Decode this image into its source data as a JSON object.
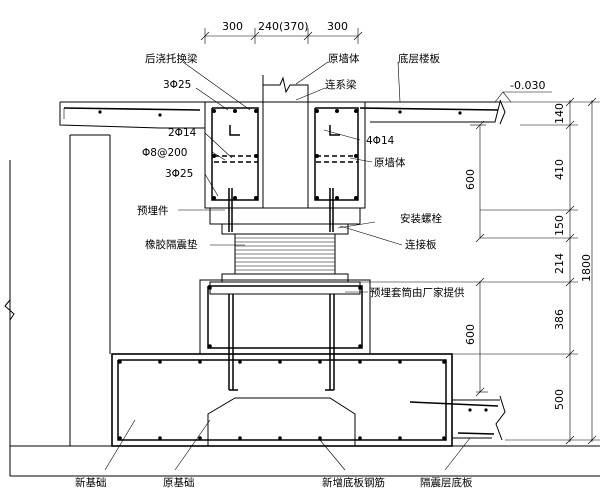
{
  "top_dims": [
    "300",
    "240(370)",
    "300"
  ],
  "elevation": "-0.030",
  "labels": {
    "post_beam": "后浇托换梁",
    "bar_3phi25_top": "3Φ25",
    "bar_2phi14": "2Φ14",
    "stirrup": "Φ8@200",
    "bar_3phi25_bot": "3Φ25",
    "embedded_part": "预埋件",
    "rubber_bearing": "橡胶隔震垫",
    "orig_wall_top": "原墙体",
    "tie_beam": "连系梁",
    "bottom_floor_slab": "底层楼板",
    "bar_4phi14": "4Φ14",
    "orig_wall_mid": "原墙体",
    "install_bolt": "安装螺栓",
    "connect_plate": "连接板",
    "sleeve_note": "预埋套筒由厂家提供",
    "new_foundation": "新基础",
    "orig_foundation": "原基础",
    "new_bottom_rebar": "新增底板钢筋",
    "isolation_slab": "隔震层底板"
  },
  "right_dims": [
    "140",
    "410",
    "150",
    "214",
    "386",
    "500"
  ],
  "inner_dims": [
    "600",
    "600"
  ],
  "total_dim": "1800"
}
